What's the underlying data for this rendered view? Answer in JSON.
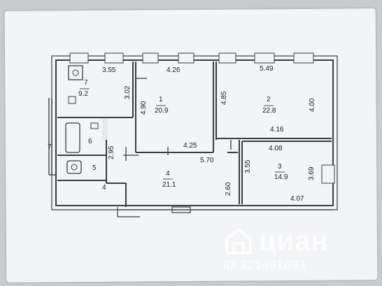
{
  "rooms": [
    {
      "number": "1",
      "area": "20.9"
    },
    {
      "number": "2",
      "area": "22.8"
    },
    {
      "number": "3",
      "area": "14.9"
    },
    {
      "number": "4",
      "area": "21.1"
    },
    {
      "number": "5",
      "area": ""
    },
    {
      "number": "6",
      "area": ""
    },
    {
      "number": "7",
      "area": "9.2"
    }
  ],
  "extra_labels": {
    "corridor": "4",
    "left_edge": "7"
  },
  "dimensions": {
    "r7_top": "3.55",
    "r7_right": "3.02",
    "r1_top": "4.26",
    "r1_left": "4.90",
    "r1_bottom": "4.25",
    "r2_top": "5.49",
    "r2_left": "4.85",
    "r2_right": "4.00",
    "r2_bottom": "4.16",
    "r3_top": "4.08",
    "r3_left": "3.55",
    "r3_right": "3.69",
    "r3_bottom": "4.07",
    "r4_top": "5.70",
    "r4_right": "2.60",
    "r6_right": "2.95"
  },
  "watermark": {
    "brand": "циан",
    "listing_id": "ID 321491693"
  },
  "colors": {
    "wall": "#3a3d40",
    "paper": "#f3f4f5",
    "background": "#c9cccf"
  }
}
